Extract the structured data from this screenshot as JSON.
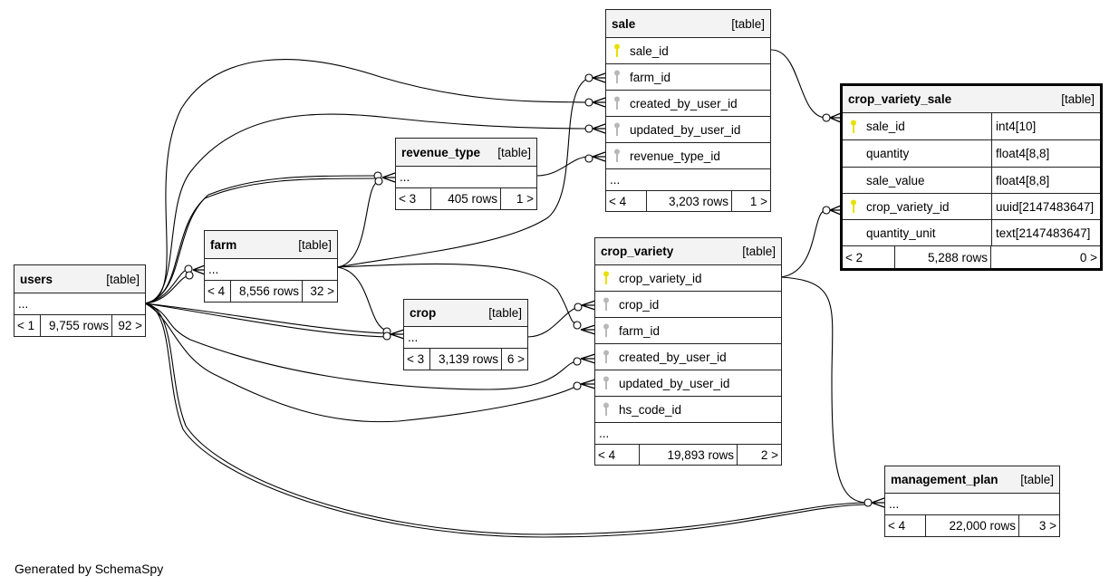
{
  "diagram": {
    "colors": {
      "primary_key": "#e8e000",
      "foreign_key": "#b8b8b8",
      "header_bg": "#f3f3f3",
      "line": "#000000"
    },
    "tables": {
      "sale": {
        "name": "sale",
        "kind": "[table]",
        "columns": [
          {
            "name": "sale_id",
            "key": "primary-key"
          },
          {
            "name": "farm_id",
            "key": "foreign-key"
          },
          {
            "name": "created_by_user_id",
            "key": "foreign-key"
          },
          {
            "name": "updated_by_user_id",
            "key": "foreign-key"
          },
          {
            "name": "revenue_type_id",
            "key": "foreign-key"
          }
        ],
        "ellipsis": "...",
        "parents": "< 4",
        "rows": "3,203 rows",
        "children": "1 >"
      },
      "crop_variety_sale": {
        "name": "crop_variety_sale",
        "kind": "[table]",
        "columns": [
          {
            "name": "sale_id",
            "type": "int4[10]",
            "key": "primary-key"
          },
          {
            "name": "quantity",
            "type": "float4[8,8]",
            "key": ""
          },
          {
            "name": "sale_value",
            "type": "float4[8,8]",
            "key": ""
          },
          {
            "name": "crop_variety_id",
            "type": "uuid[2147483647]",
            "key": "primary-key"
          },
          {
            "name": "quantity_unit",
            "type": "text[2147483647]",
            "key": ""
          }
        ],
        "parents": "< 2",
        "rows": "5,288 rows",
        "children": "0 >"
      },
      "revenue_type": {
        "name": "revenue_type",
        "kind": "[table]",
        "ellipsis": "...",
        "parents": "< 3",
        "rows": "405 rows",
        "children": "1 >"
      },
      "farm": {
        "name": "farm",
        "kind": "[table]",
        "ellipsis": "...",
        "parents": "< 4",
        "rows": "8,556 rows",
        "children": "32 >"
      },
      "users": {
        "name": "users",
        "kind": "[table]",
        "ellipsis": "...",
        "parents": "< 1",
        "rows": "9,755 rows",
        "children": "92 >"
      },
      "crop": {
        "name": "crop",
        "kind": "[table]",
        "ellipsis": "...",
        "parents": "< 3",
        "rows": "3,139 rows",
        "children": "6 >"
      },
      "crop_variety": {
        "name": "crop_variety",
        "kind": "[table]",
        "columns": [
          {
            "name": "crop_variety_id",
            "key": "primary-key"
          },
          {
            "name": "crop_id",
            "key": "foreign-key"
          },
          {
            "name": "farm_id",
            "key": "foreign-key"
          },
          {
            "name": "created_by_user_id",
            "key": "foreign-key"
          },
          {
            "name": "updated_by_user_id",
            "key": "foreign-key"
          },
          {
            "name": "hs_code_id",
            "key": "foreign-key"
          }
        ],
        "ellipsis": "...",
        "parents": "< 4",
        "rows": "19,893 rows",
        "children": "2 >"
      },
      "management_plan": {
        "name": "management_plan",
        "kind": "[table]",
        "ellipsis": "...",
        "parents": "< 4",
        "rows": "22,000 rows",
        "children": "3 >"
      }
    },
    "relationships": [
      {
        "from": "sale.sale_id",
        "to": "crop_variety_sale.sale_id"
      },
      {
        "from": "crop_variety.crop_variety_id",
        "to": "crop_variety_sale.crop_variety_id"
      },
      {
        "from": "farm",
        "to": "sale.farm_id"
      },
      {
        "from": "users",
        "to": "sale.created_by_user_id"
      },
      {
        "from": "users",
        "to": "sale.updated_by_user_id"
      },
      {
        "from": "revenue_type",
        "to": "sale.revenue_type_id"
      },
      {
        "from": "users",
        "to": "revenue_type"
      },
      {
        "from": "farm",
        "to": "revenue_type"
      },
      {
        "from": "users",
        "to": "farm"
      },
      {
        "from": "users",
        "to": "crop"
      },
      {
        "from": "farm",
        "to": "crop"
      },
      {
        "from": "crop",
        "to": "crop_variety.crop_id"
      },
      {
        "from": "farm",
        "to": "crop_variety.farm_id"
      },
      {
        "from": "users",
        "to": "crop_variety.created_by_user_id"
      },
      {
        "from": "users",
        "to": "crop_variety.updated_by_user_id"
      },
      {
        "from": "crop_variety.crop_variety_id",
        "to": "management_plan"
      },
      {
        "from": "users",
        "to": "management_plan"
      }
    ]
  },
  "footer": {
    "generated_by": "Generated by SchemaSpy"
  }
}
